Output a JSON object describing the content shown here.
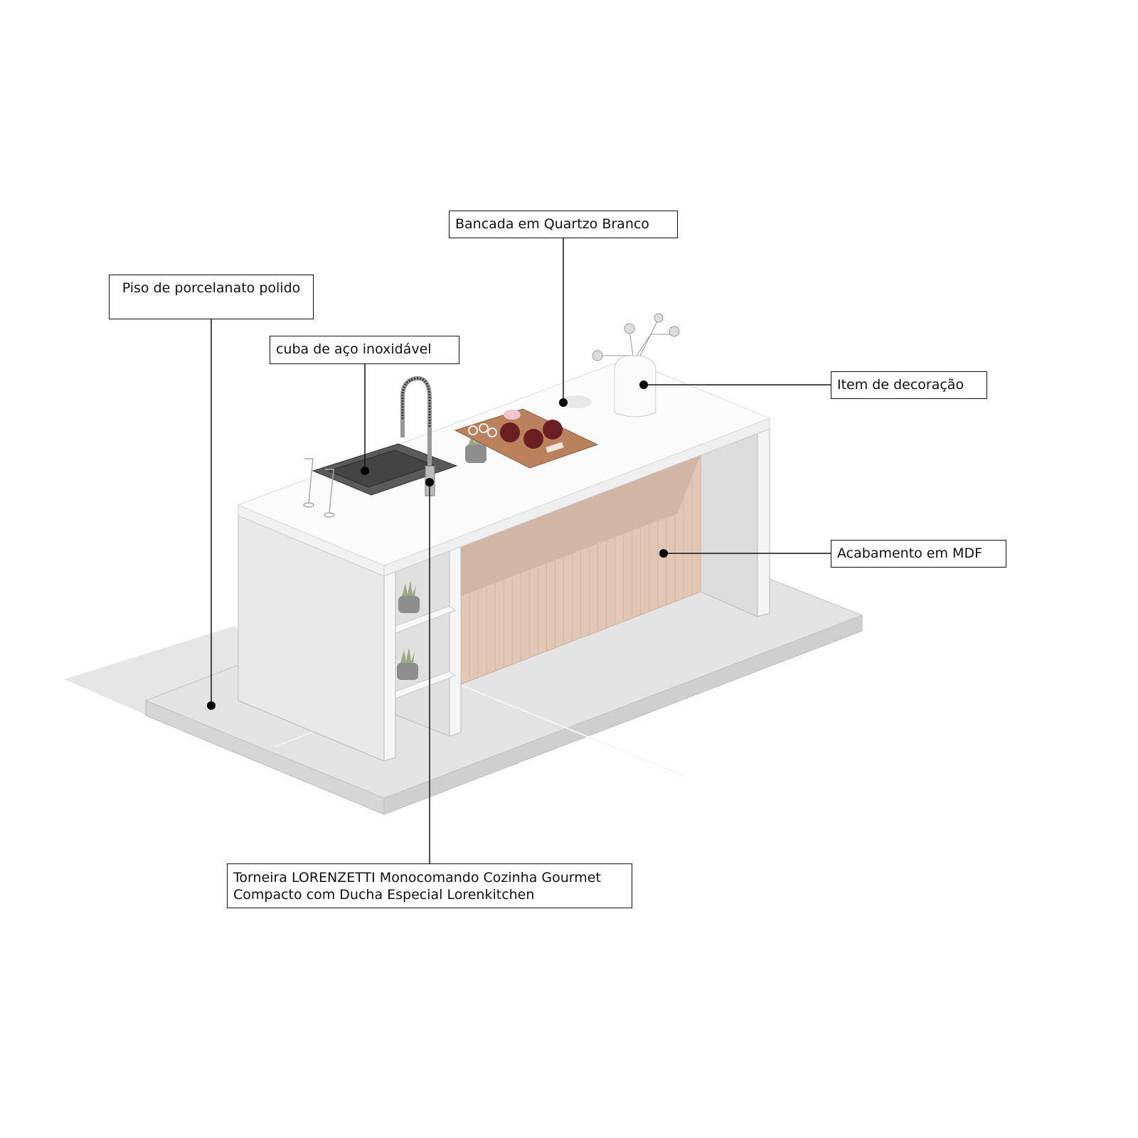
{
  "labels": {
    "floor": "Piso de porcelanato polido",
    "sink": "cuba de aço inoxidável",
    "countertop": "Bancada em Quartzo Branco",
    "decor": "Item de decoração",
    "mdf": "Acabamento em MDF",
    "faucet_line1": "Torneira LORENZETTI Monocomando Cozinha Gourmet",
    "faucet_line2": "Compacto com Ducha Especial Lorenkitchen"
  },
  "colors": {
    "quartz": "#fbfbfb",
    "floor": "#e4e4e4",
    "mdf": "#e2c8b4",
    "sink": "#555555",
    "board": "#b9825c",
    "fruit": "#6b1f22"
  }
}
